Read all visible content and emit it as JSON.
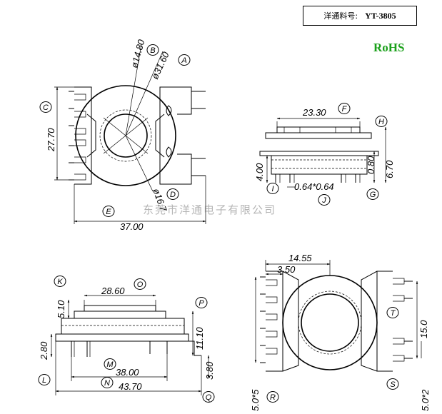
{
  "title_box": {
    "label": "洋通料号:",
    "part_number": "YT-3805"
  },
  "rohs": "RoHS",
  "watermark": "东莞市洋通电子有限公司",
  "dimensions": {
    "d14_80": "ø14.80",
    "d31_60": "ø31.60",
    "d16_7": "ø16.7",
    "h27_70": "27.70",
    "w37_00": "37.00",
    "w23_30": "23.30",
    "p0_64": "0.64*0.64",
    "h4_00": "4.00",
    "h0_80": "0.80",
    "h6_70": "6.70",
    "w28_60": "28.60",
    "h5_10": "5.10",
    "h11_10": "11.10",
    "h2_80": "2.80",
    "w38_00": "38.00",
    "w43_70": "43.70",
    "h3_80": "3.80",
    "w14_55": "14.55",
    "w3_50": "3.50",
    "h15_0": "15.0",
    "p5_0x5": "5.0*5",
    "p5_0x2": "5.0*2"
  },
  "tags": [
    "A",
    "B",
    "C",
    "D",
    "E",
    "F",
    "G",
    "H",
    "I",
    "J",
    "K",
    "L",
    "M",
    "N",
    "O",
    "P",
    "Q",
    "R",
    "S",
    "T"
  ]
}
